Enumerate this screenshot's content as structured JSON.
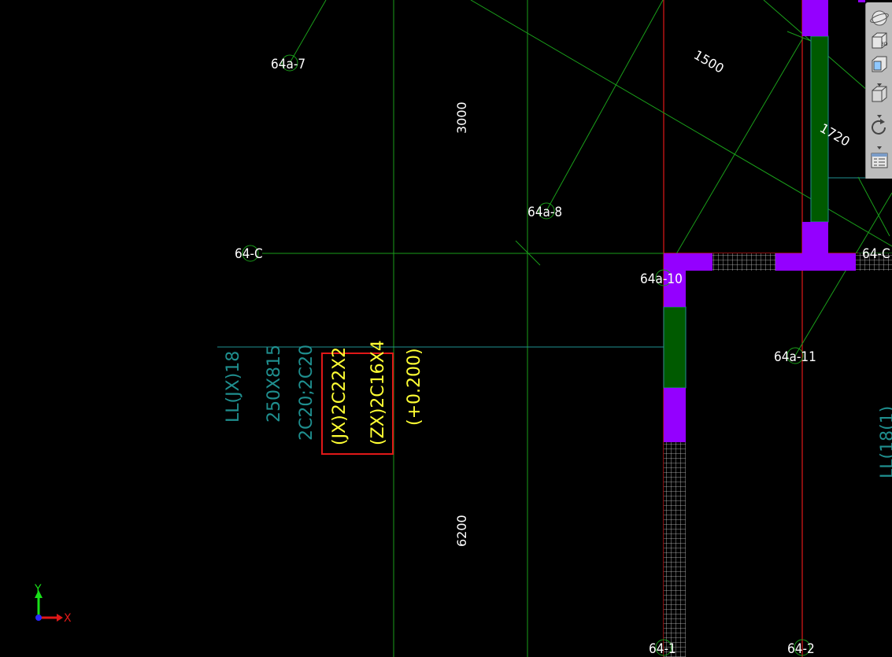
{
  "grid_labels": {
    "a7": "64a-7",
    "a8": "64a-8",
    "a10": "64a-10",
    "a11": "64a-11",
    "c_left": "64-C",
    "c_right": "64-C",
    "g1": "64-1",
    "g2": "64-2"
  },
  "dimensions": {
    "d3000": "3000",
    "d6200": "6200",
    "d1500": "1500",
    "d1720": "1720"
  },
  "beam_annotation": {
    "name": "LL(JX)18",
    "size": "250X815",
    "stirrup": "2C20;2C20",
    "jx": "(JX)2C22X2",
    "zx": "(ZX)2C16X4",
    "elev": "(+0.200)"
  },
  "side_label": "LL(18(1)",
  "axes": {
    "x": "X",
    "y": "Y"
  },
  "toolbar": {
    "btn_3d": "3D"
  },
  "colors": {
    "red": "#e01818",
    "green": "#1a9e1a",
    "cyan": "#1f8f8f",
    "yellow": "#ffff33",
    "magenta": "#9400ff",
    "dark_green": "#005a00",
    "white": "#ffffff"
  }
}
